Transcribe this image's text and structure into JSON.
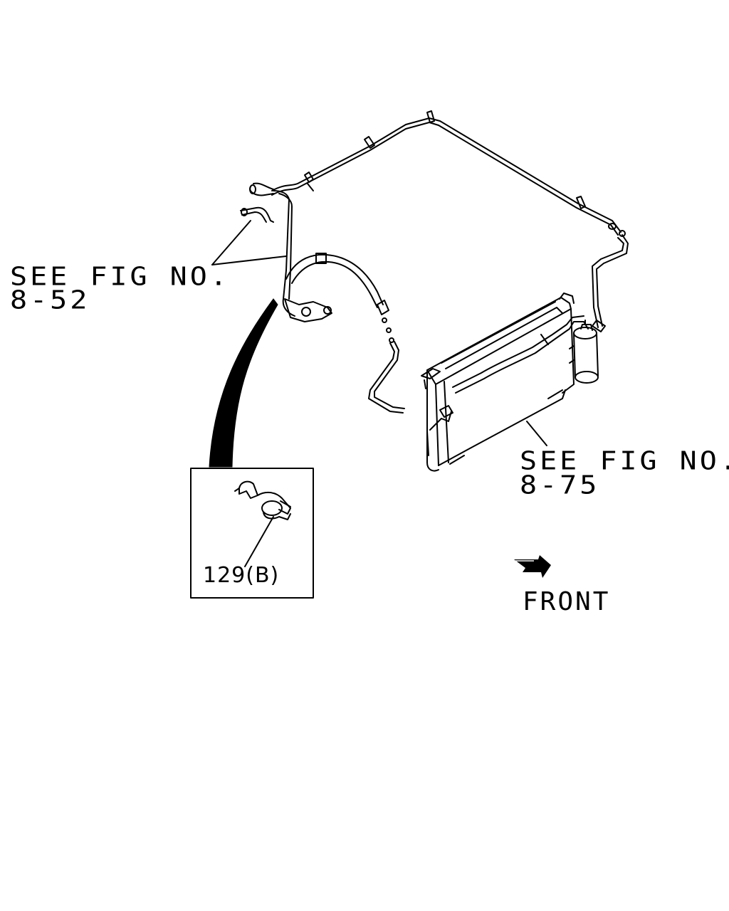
{
  "labels": {
    "ref_8_52_line1": "SEE FIG NO.",
    "ref_8_52_line2": "8-52",
    "ref_8_75_line1": "SEE FIG NO.",
    "ref_8_75_line2": "8-75",
    "part_number": "129(B)",
    "direction": "FRONT"
  },
  "colors": {
    "line": "#000000",
    "background": "#ffffff"
  },
  "icons": {
    "direction": "front-arrow-icon",
    "detail": "clamp-icon"
  }
}
